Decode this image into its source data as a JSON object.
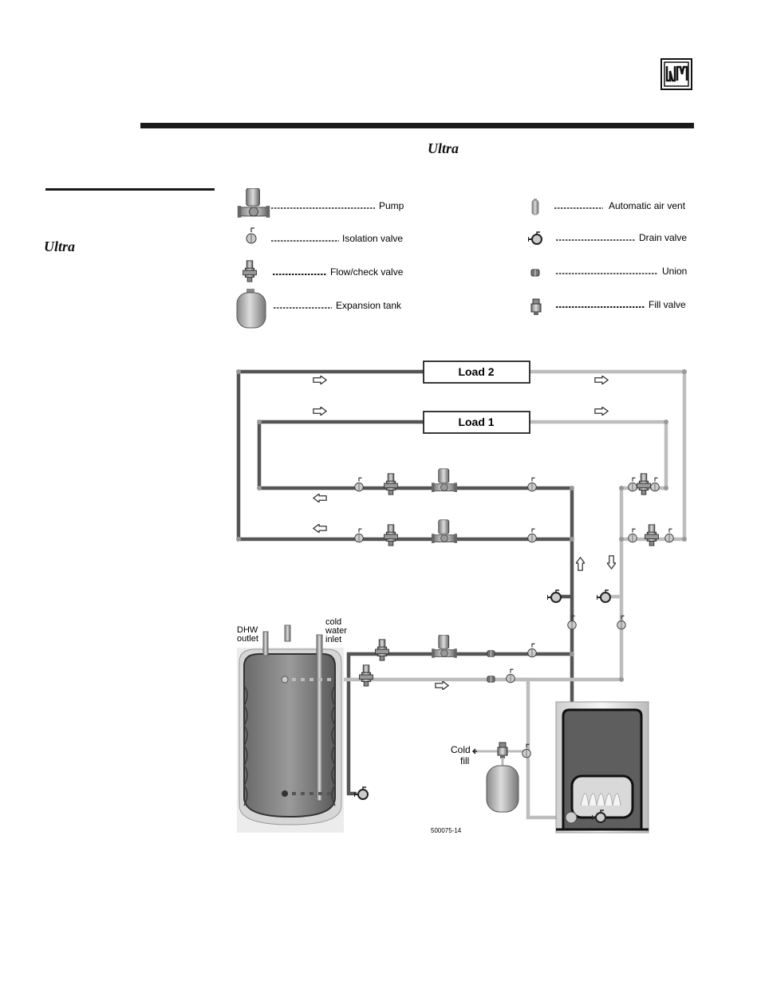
{
  "header": {
    "logo_text": "W·M",
    "series_name": "Ultra",
    "side_series_name": "Ultra"
  },
  "legend": {
    "items": [
      {
        "key": "pump",
        "label": "Pump",
        "icon": "pump-icon"
      },
      {
        "key": "isolation_valve",
        "label": "Isolation valve",
        "icon": "isolation-valve-icon"
      },
      {
        "key": "flow_check_valve",
        "label": "Flow/check valve",
        "icon": "flow-check-valve-icon"
      },
      {
        "key": "expansion_tank",
        "label": "Expansion tank",
        "icon": "expansion-tank-icon"
      },
      {
        "key": "automatic_air_vent",
        "label": "Automatic air vent",
        "icon": "air-vent-icon"
      },
      {
        "key": "drain_valve",
        "label": "Drain valve",
        "icon": "drain-valve-icon"
      },
      {
        "key": "union",
        "label": "Union",
        "icon": "union-icon"
      },
      {
        "key": "fill_valve",
        "label": "Fill valve",
        "icon": "fill-valve-icon"
      }
    ]
  },
  "diagram": {
    "load_2": "Load 2",
    "load_1": "Load 1",
    "dhw_outlet_line1": "DHW",
    "dhw_outlet_line2": "outlet",
    "cold_inlet_line1": "cold",
    "cold_inlet_line2": "water",
    "cold_inlet_line3": "inlet",
    "cold_fill_line1": "Cold",
    "cold_fill_line2": "fill",
    "figure_number": "500075-14",
    "colors": {
      "supply_pipe": "#555555",
      "return_pipe": "#bdbdbd",
      "boiler_body": "#5e5e5e",
      "tank_body": "#7a7a7a"
    }
  }
}
